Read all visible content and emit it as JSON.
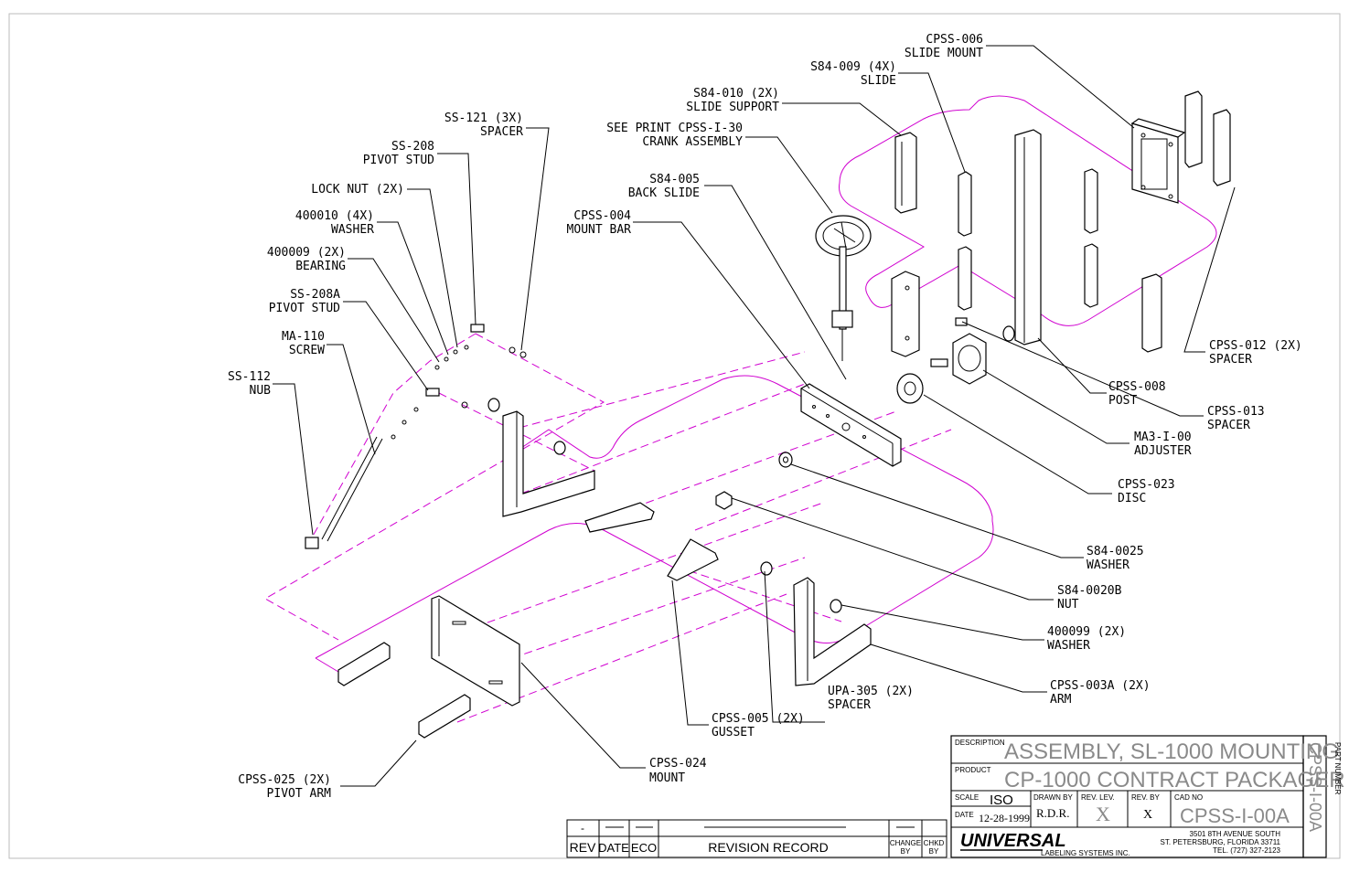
{
  "callouts": [
    {
      "id": "cpss006",
      "l1": "CPSS-006",
      "l2": "SLIDE MOUNT"
    },
    {
      "id": "s84009",
      "l1": "S84-009 (4X)",
      "l2": "SLIDE"
    },
    {
      "id": "s84010",
      "l1": "S84-010 (2X)",
      "l2": "SLIDE SUPPORT"
    },
    {
      "id": "crank",
      "l1": "SEE PRINT CPSS-I-30",
      "l2": "CRANK ASSEMBLY"
    },
    {
      "id": "ss121",
      "l1": "SS-121 (3X)",
      "l2": "SPACER"
    },
    {
      "id": "ss208",
      "l1": "SS-208",
      "l2": "PIVOT STUD"
    },
    {
      "id": "s84005",
      "l1": "S84-005",
      "l2": "BACK SLIDE"
    },
    {
      "id": "locknut",
      "l1": "LOCK NUT (2X)",
      "l2": ""
    },
    {
      "id": "cpss004",
      "l1": "CPSS-004",
      "l2": "MOUNT BAR"
    },
    {
      "id": "w400010",
      "l1": "400010 (4X)",
      "l2": "WASHER"
    },
    {
      "id": "b400009",
      "l1": "400009 (2X)",
      "l2": "BEARING"
    },
    {
      "id": "ss208a",
      "l1": "SS-208A",
      "l2": "PIVOT STUD"
    },
    {
      "id": "ma110",
      "l1": "MA-110",
      "l2": "SCREW"
    },
    {
      "id": "ss112",
      "l1": "SS-112",
      "l2": "NUB"
    },
    {
      "id": "cpss012",
      "l1": "CPSS-012 (2X)",
      "l2": "SPACER"
    },
    {
      "id": "cpss008",
      "l1": "CPSS-008",
      "l2": "POST"
    },
    {
      "id": "cpss013",
      "l1": "CPSS-013",
      "l2": "SPACER"
    },
    {
      "id": "ma3",
      "l1": "MA3-I-00",
      "l2": "ADJUSTER"
    },
    {
      "id": "cpss023",
      "l1": "CPSS-023",
      "l2": "DISC"
    },
    {
      "id": "s840025",
      "l1": "S84-0025",
      "l2": "WASHER"
    },
    {
      "id": "s840020b",
      "l1": "S84-0020B",
      "l2": "NUT"
    },
    {
      "id": "w400099",
      "l1": "400099 (2X)",
      "l2": "WASHER"
    },
    {
      "id": "cpss003a",
      "l1": "CPSS-003A (2X)",
      "l2": "ARM"
    },
    {
      "id": "upa305",
      "l1": "UPA-305 (2X)",
      "l2": "SPACER"
    },
    {
      "id": "cpss005",
      "l1": "CPSS-005 (2X)",
      "l2": "GUSSET"
    },
    {
      "id": "cpss024",
      "l1": "CPSS-024",
      "l2": "MOUNT"
    },
    {
      "id": "cpss025",
      "l1": "CPSS-025 (2X)",
      "l2": "PIVOT ARM"
    }
  ],
  "title_block": {
    "description_label": "DESCRIPTION",
    "description": "ASSEMBLY, SL-1000 MOUNTING",
    "product_label": "PRODUCT",
    "product": "CP-1000 CONTRACT PACKAGER",
    "scale_label": "SCALE",
    "scale": "ISO",
    "date_label": "DATE",
    "date": "12-28-1999",
    "drawn_by_label": "DRAWN BY",
    "drawn_by": "R.D.R.",
    "rev_lev_label": "REV. LEV.",
    "rev_lev": "X",
    "rev_by_label": "REV. BY",
    "rev_by": "X",
    "cad_no_label": "CAD NO",
    "cad_no": "CPSS-I-00A",
    "part_number_label": "PART NUMBER",
    "part_number": "CPSS-I-00A",
    "logo": "UNIVERSAL",
    "company": "LABELING SYSTEMS INC.",
    "address1": "3501 8TH AVENUE SOUTH",
    "address2": "ST. PETERSBURG, FLORIDA 33711",
    "phone": "TEL. (727) 327-2123"
  },
  "revision_record": {
    "rev": "REV",
    "date": "DATE",
    "eco": "ECO",
    "title": "REVISION RECORD",
    "change_by_1": "CHANGE",
    "change_by_2": "BY",
    "chkd_by_1": "CHKD",
    "chkd_by_2": "BY",
    "rev_value": "-"
  }
}
